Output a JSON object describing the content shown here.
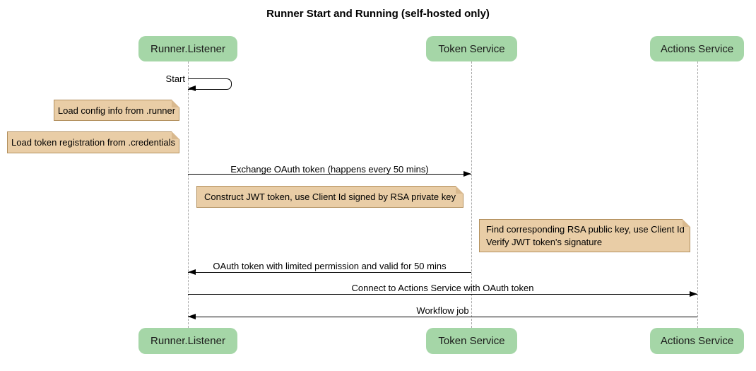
{
  "title": "Runner Start and Running (self-hosted only)",
  "colors": {
    "participant_fill": "#a5d6a7",
    "note_fill": "#e9cda6",
    "note_border": "#b3905e",
    "note_fold": "#d9b98e",
    "lifeline": "#a9a9a9",
    "arrow": "#000000",
    "background": "#ffffff"
  },
  "participants": [
    {
      "label": "Runner.Listener"
    },
    {
      "label": "Token Service"
    },
    {
      "label": "Actions Service"
    }
  ],
  "self_message": {
    "label": "Start",
    "participant": "Runner.Listener"
  },
  "notes": [
    {
      "text": "Load config info from .runner"
    },
    {
      "text": "Load token registration from .credentials"
    },
    {
      "text": "Construct JWT token, use Client Id signed by RSA private key"
    },
    {
      "line1": "Find corresponding RSA public key, use Client Id",
      "line2": "Verify JWT token's signature"
    }
  ],
  "messages": [
    {
      "label": "Exchange OAuth token (happens every 50 mins)",
      "from": "Runner.Listener",
      "to": "Token Service"
    },
    {
      "label": "OAuth token with limited permission and valid for 50 mins",
      "from": "Token Service",
      "to": "Runner.Listener"
    },
    {
      "label": "Connect to Actions Service with OAuth token",
      "from": "Runner.Listener",
      "to": "Actions Service"
    },
    {
      "label": "Workflow job",
      "from": "Actions Service",
      "to": "Runner.Listener"
    }
  ]
}
